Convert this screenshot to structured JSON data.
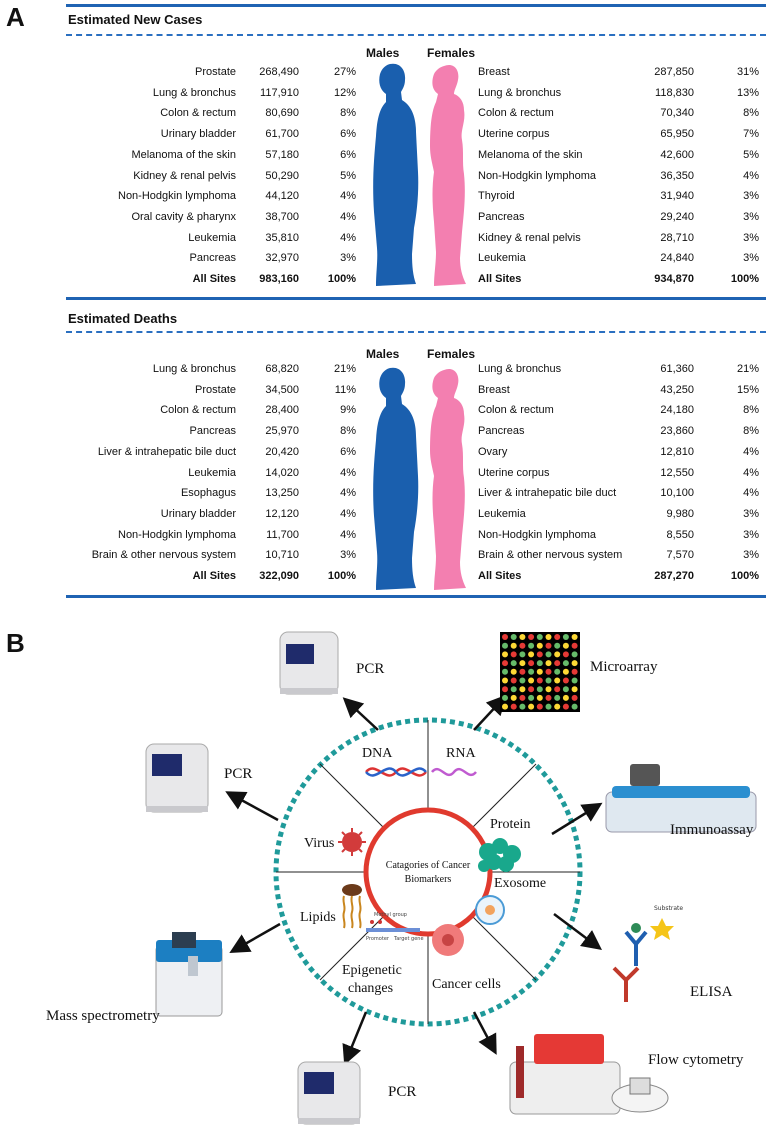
{
  "panel_a": {
    "label": "A",
    "new_cases": {
      "title": "Estimated New Cases",
      "males_label": "Males",
      "females_label": "Females",
      "males": [
        {
          "site": "Prostate",
          "count": "268,490",
          "pct": "27%"
        },
        {
          "site": "Lung & bronchus",
          "count": "117,910",
          "pct": "12%"
        },
        {
          "site": "Colon & rectum",
          "count": "80,690",
          "pct": "8%"
        },
        {
          "site": "Urinary bladder",
          "count": "61,700",
          "pct": "6%"
        },
        {
          "site": "Melanoma of the skin",
          "count": "57,180",
          "pct": "6%"
        },
        {
          "site": "Kidney & renal pelvis",
          "count": "50,290",
          "pct": "5%"
        },
        {
          "site": "Non-Hodgkin lymphoma",
          "count": "44,120",
          "pct": "4%"
        },
        {
          "site": "Oral cavity & pharynx",
          "count": "38,700",
          "pct": "4%"
        },
        {
          "site": "Leukemia",
          "count": "35,810",
          "pct": "4%"
        },
        {
          "site": "Pancreas",
          "count": "32,970",
          "pct": "3%"
        }
      ],
      "males_total": {
        "site": "All Sites",
        "count": "983,160",
        "pct": "100%"
      },
      "females": [
        {
          "site": "Breast",
          "count": "287,850",
          "pct": "31%"
        },
        {
          "site": "Lung & bronchus",
          "count": "118,830",
          "pct": "13%"
        },
        {
          "site": "Colon & rectum",
          "count": "70,340",
          "pct": "8%"
        },
        {
          "site": "Uterine corpus",
          "count": "65,950",
          "pct": "7%"
        },
        {
          "site": "Melanoma of the skin",
          "count": "42,600",
          "pct": "5%"
        },
        {
          "site": "Non-Hodgkin lymphoma",
          "count": "36,350",
          "pct": "4%"
        },
        {
          "site": "Thyroid",
          "count": "31,940",
          "pct": "3%"
        },
        {
          "site": "Pancreas",
          "count": "29,240",
          "pct": "3%"
        },
        {
          "site": "Kidney & renal pelvis",
          "count": "28,710",
          "pct": "3%"
        },
        {
          "site": "Leukemia",
          "count": "24,840",
          "pct": "3%"
        }
      ],
      "females_total": {
        "site": "All Sites",
        "count": "934,870",
        "pct": "100%"
      }
    },
    "deaths": {
      "title": "Estimated Deaths",
      "males_label": "Males",
      "females_label": "Females",
      "males": [
        {
          "site": "Lung & bronchus",
          "count": "68,820",
          "pct": "21%"
        },
        {
          "site": "Prostate",
          "count": "34,500",
          "pct": "11%"
        },
        {
          "site": "Colon & rectum",
          "count": "28,400",
          "pct": "9%"
        },
        {
          "site": "Pancreas",
          "count": "25,970",
          "pct": "8%"
        },
        {
          "site": "Liver & intrahepatic bile duct",
          "count": "20,420",
          "pct": "6%"
        },
        {
          "site": "Leukemia",
          "count": "14,020",
          "pct": "4%"
        },
        {
          "site": "Esophagus",
          "count": "13,250",
          "pct": "4%"
        },
        {
          "site": "Urinary bladder",
          "count": "12,120",
          "pct": "4%"
        },
        {
          "site": "Non-Hodgkin lymphoma",
          "count": "11,700",
          "pct": "4%"
        },
        {
          "site": "Brain & other nervous system",
          "count": "10,710",
          "pct": "3%"
        }
      ],
      "males_total": {
        "site": "All Sites",
        "count": "322,090",
        "pct": "100%"
      },
      "females": [
        {
          "site": "Lung & bronchus",
          "count": "61,360",
          "pct": "21%"
        },
        {
          "site": "Breast",
          "count": "43,250",
          "pct": "15%"
        },
        {
          "site": "Colon & rectum",
          "count": "24,180",
          "pct": "8%"
        },
        {
          "site": "Pancreas",
          "count": "23,860",
          "pct": "8%"
        },
        {
          "site": "Ovary",
          "count": "12,810",
          "pct": "4%"
        },
        {
          "site": "Uterine corpus",
          "count": "12,550",
          "pct": "4%"
        },
        {
          "site": "Liver & intrahepatic bile duct",
          "count": "10,100",
          "pct": "4%"
        },
        {
          "site": "Leukemia",
          "count": "9,980",
          "pct": "3%"
        },
        {
          "site": "Non-Hodgkin lymphoma",
          "count": "8,550",
          "pct": "3%"
        },
        {
          "site": "Brain & other nervous system",
          "count": "7,570",
          "pct": "3%"
        }
      ],
      "females_total": {
        "site": "All Sites",
        "count": "287,270",
        "pct": "100%"
      }
    },
    "colors": {
      "rule": "#1f63b3",
      "male": "#1a5fae",
      "female": "#f37fb0"
    }
  },
  "panel_b": {
    "label": "B",
    "center": "Catagories of Cancer Biomarkers",
    "center_line1": "Catagories of Cancer",
    "center_line2": "Biomarkers",
    "categories": {
      "dna": "DNA",
      "rna": "RNA",
      "protein": "Protein",
      "exosome": "Exosome",
      "cancer_cells": "Cancer cells",
      "epigenetic_1": "Epigenetic",
      "epigenetic_2": "changes",
      "lipids": "Lipids",
      "virus": "Virus"
    },
    "epigenetic_tiny": {
      "methyl": "Methyl group",
      "promoter": "Promoter",
      "target": "Target gene"
    },
    "elisa_substrate": "Substrate",
    "methods": {
      "pcr_top": "PCR",
      "microarray": "Microarray",
      "pcr_left": "PCR",
      "immunoassay": "Immunoassay",
      "mass_spec": "Mass spectrometry",
      "elisa": "ELISA",
      "pcr_bottom": "PCR",
      "flow": "Flow cytometry"
    },
    "colors": {
      "ring": "#1f9a9a",
      "center_ring": "#e03a2e",
      "dna_a": "#d33",
      "dna_b": "#2a62c9",
      "rna": "#c05bd0",
      "protein": "#19a88c",
      "virus": "#d23b3b",
      "cell": "#f07a7a",
      "lipid": "#c9861e"
    }
  }
}
